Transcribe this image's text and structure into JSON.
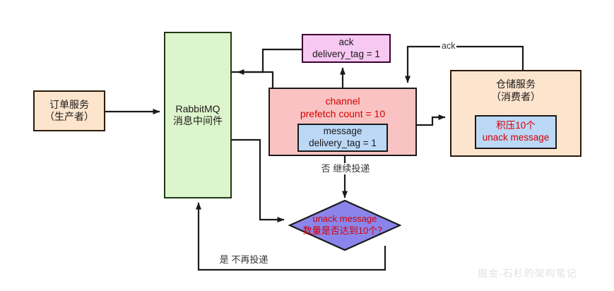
{
  "diagram": {
    "title": "RabbitMQ prefetch count unack message flow",
    "watermark": "掘金-石杉的架构笔记",
    "colors": {
      "producer_fill": "#fde4cd",
      "broker_fill": "#ddf5cc",
      "ack_fill": "#f7c8f2",
      "channel_fill": "#f9c3c3",
      "message_fill": "#bcd8f7",
      "consumer_fill": "#fde4cd",
      "decision_fill": "#8b85eb",
      "accent_red": "#d40000",
      "stroke": "#1a1a1a",
      "watermark_gray": "#e2e2e2"
    },
    "nodes": {
      "producer": {
        "line1": "订单服务",
        "line2": "（生产者）"
      },
      "broker": {
        "line1": "RabbitMQ",
        "line2": "消息中间件"
      },
      "ack": {
        "line1": "ack",
        "line2": "delivery_tag = 1"
      },
      "channel": {
        "line1": "channel",
        "line2": "prefetch count = 10"
      },
      "message": {
        "line1": "message",
        "line2": "delivery_tag = 1"
      },
      "consumer": {
        "line1": "仓储服务",
        "line2": "（消费者）"
      },
      "unack_backlog": {
        "line1": "积压10个",
        "line2": "unack message"
      },
      "decision": {
        "line1": "unack message",
        "line2": "数量是否达到10个？"
      }
    },
    "edge_labels": {
      "ack_return": "ack",
      "no_branch_line1": "否",
      "no_branch_line2": "继续投递",
      "yes_branch_line1": "是",
      "yes_branch_line2": "不再投递"
    }
  }
}
